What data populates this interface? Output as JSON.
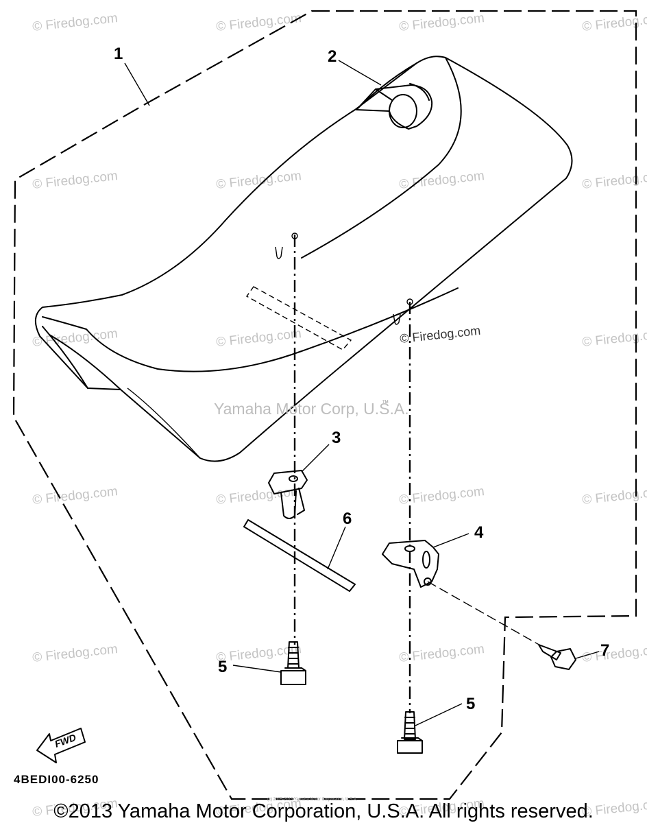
{
  "watermark": {
    "text": "© Firedog.com",
    "color": "#c4c4c4"
  },
  "diagram": {
    "callouts": [
      "1",
      "2",
      "3",
      "4",
      "5",
      "5",
      "6",
      "7"
    ],
    "part_code": "4BEDI00-6250",
    "fwd_label": "FWD",
    "center_firedog": "© Firedog.com",
    "center_brand": "Yamaha Motor Corp, U.S.A.",
    "tm_mark": "TM",
    "tiny_notice": "(c) 2005-2013 Yamaha Motor Corporation, U.S.A."
  },
  "footer": {
    "copyright": "©2013 Yamaha Motor Corporation, U.S.A. All rights reserved."
  }
}
